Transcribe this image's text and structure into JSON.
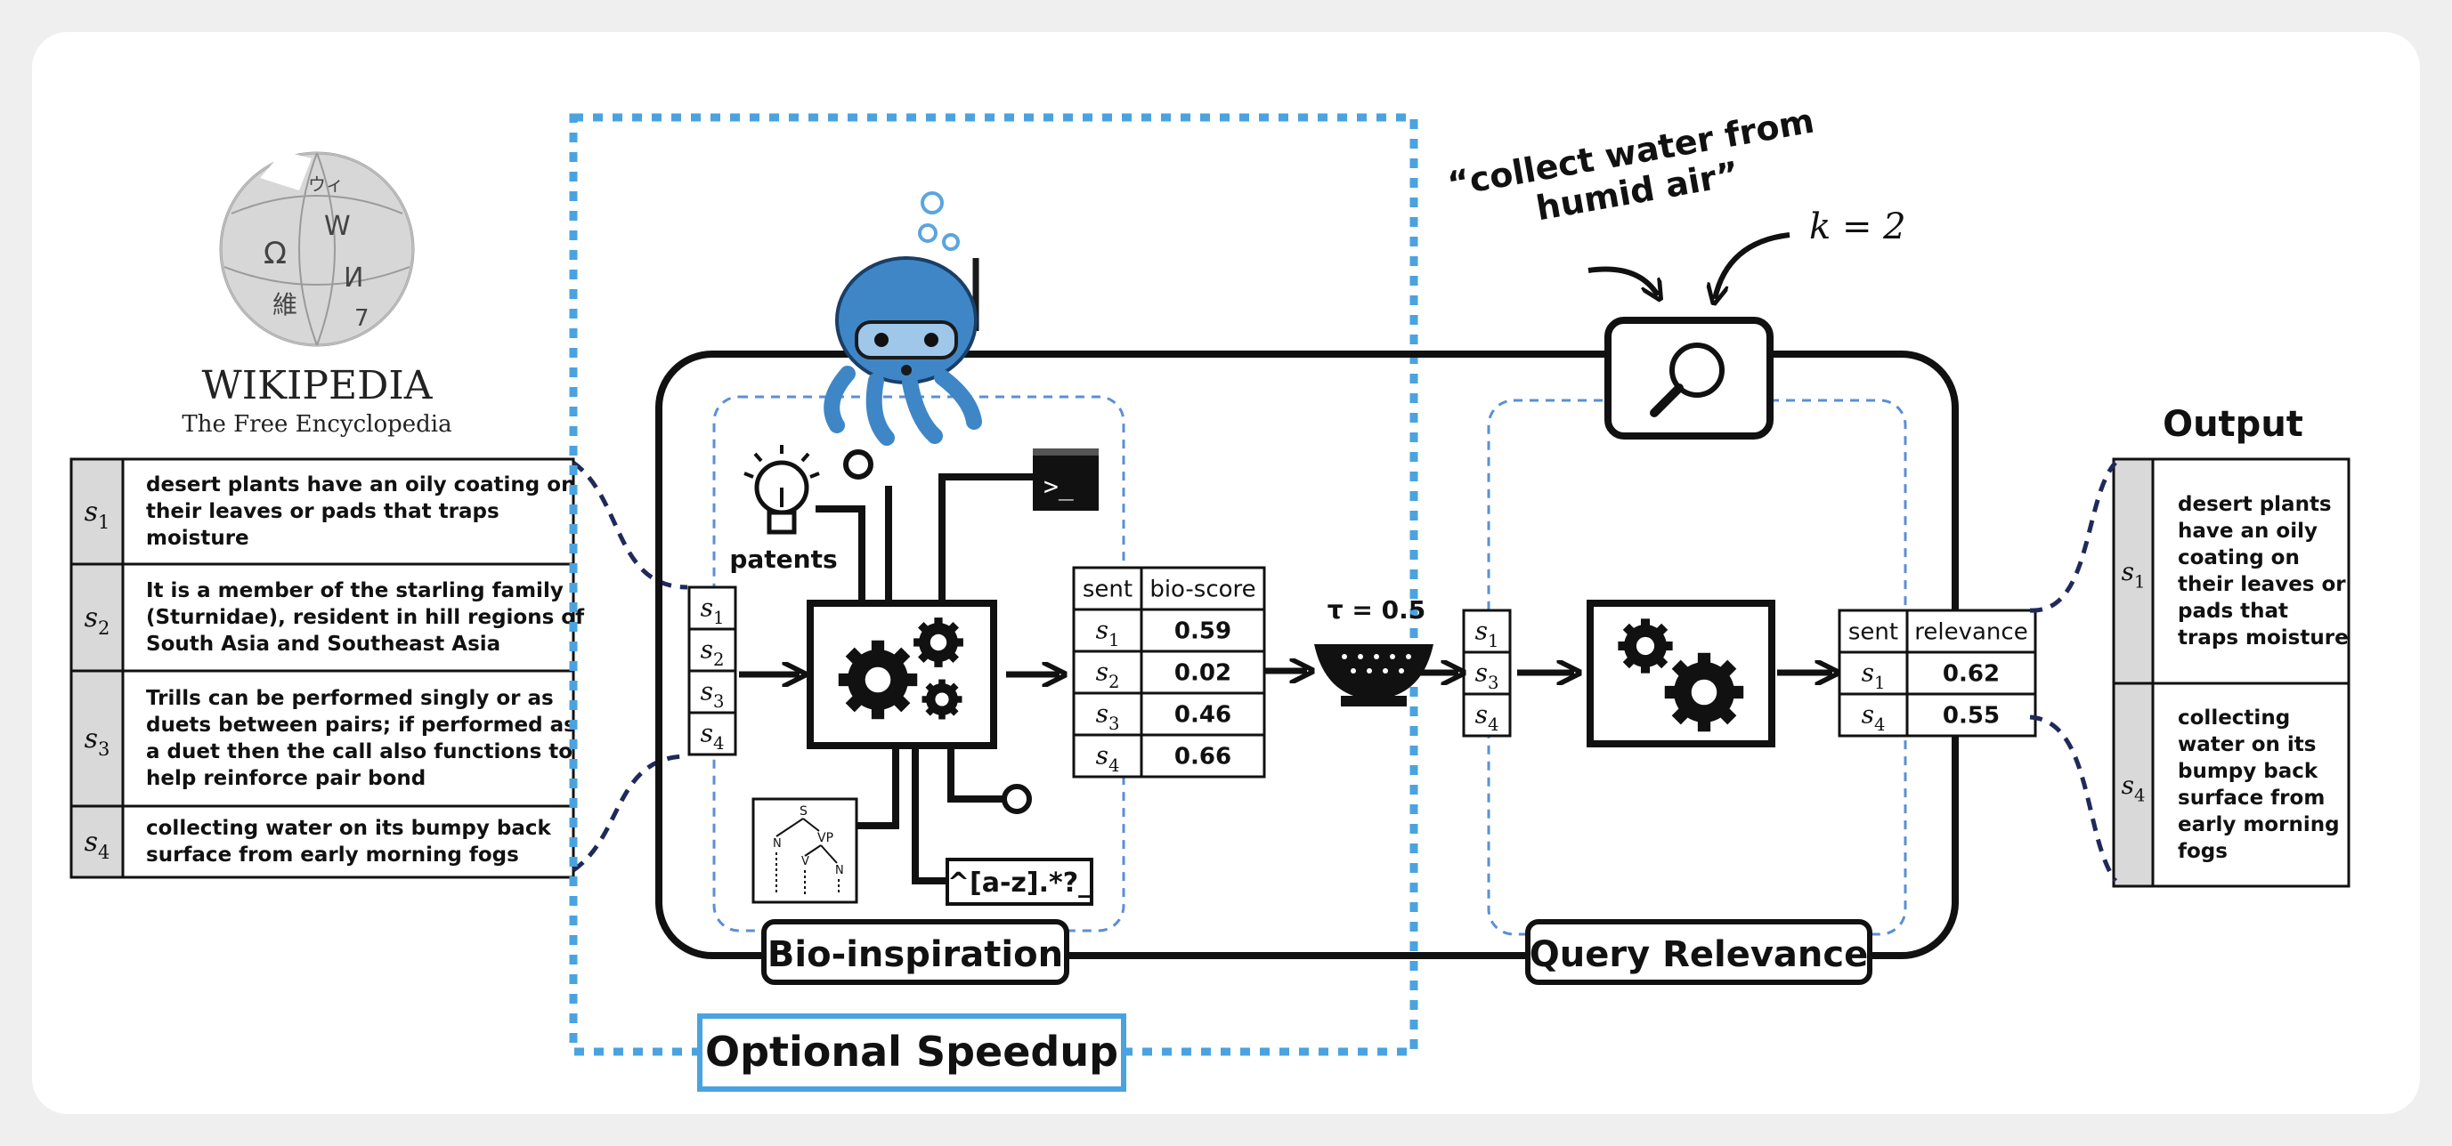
{
  "wiki": {
    "title": "WIKIPEDIA",
    "subtitle": "The Free Encyclopedia",
    "globe_glyphs": [
      "Ω",
      "W",
      "維",
      "И",
      "7",
      "ウィ"
    ]
  },
  "input_sentences": [
    {
      "label": "s",
      "sub": "1",
      "lines": [
        "desert plants have an oily coating on",
        "their leaves or pads that traps",
        "moisture"
      ]
    },
    {
      "label": "s",
      "sub": "2",
      "lines": [
        "It is a member of the starling family",
        "(Sturnidae), resident in hill regions of",
        "South Asia and Southeast Asia"
      ]
    },
    {
      "label": "s",
      "sub": "3",
      "lines": [
        "Trills can be performed singly or as",
        "duets between pairs; if performed as",
        "a duet then the call also functions to",
        "help reinforce pair bond"
      ]
    },
    {
      "label": "s",
      "sub": "4",
      "lines": [
        "collecting water on its bumpy back",
        "surface from early morning fogs"
      ]
    }
  ],
  "stack_in": [
    {
      "label": "s",
      "sub": "1"
    },
    {
      "label": "s",
      "sub": "2"
    },
    {
      "label": "s",
      "sub": "3"
    },
    {
      "label": "s",
      "sub": "4"
    }
  ],
  "bio": {
    "label": "Bio-inspiration",
    "patents_label": "patents",
    "regex_label": "^[a-z].*?_",
    "terminal_glyph": ">_",
    "tree_nodes": [
      "S",
      "VP",
      "N",
      "V",
      "N"
    ]
  },
  "bio_table": {
    "headers": [
      "sent",
      "bio-score"
    ],
    "rows": [
      {
        "label": "s",
        "sub": "1",
        "value": "0.59"
      },
      {
        "label": "s",
        "sub": "2",
        "value": "0.02"
      },
      {
        "label": "s",
        "sub": "3",
        "value": "0.46"
      },
      {
        "label": "s",
        "sub": "4",
        "value": "0.66"
      }
    ]
  },
  "threshold": "τ = 0.5",
  "stack_mid": [
    {
      "label": "s",
      "sub": "1"
    },
    {
      "label": "s",
      "sub": "3"
    },
    {
      "label": "s",
      "sub": "4"
    }
  ],
  "query": {
    "line1": "“collect water from",
    "line2": "humid air”",
    "k_label": "k = 2",
    "relevance_label": "Query Relevance"
  },
  "rel_table": {
    "headers": [
      "sent",
      "relevance"
    ],
    "rows": [
      {
        "label": "s",
        "sub": "1",
        "value": "0.62"
      },
      {
        "label": "s",
        "sub": "4",
        "value": "0.55"
      }
    ]
  },
  "output": {
    "title": "Output",
    "rows": [
      {
        "label": "s",
        "sub": "1",
        "lines": [
          "desert plants",
          "have an oily",
          "coating on",
          "their leaves or",
          "pads that",
          "traps moisture"
        ]
      },
      {
        "label": "s",
        "sub": "4",
        "lines": [
          "collecting",
          "water on its",
          "bumpy back",
          "surface from",
          "early morning",
          "fogs"
        ]
      }
    ]
  },
  "speedup_label": "Optional Speedup",
  "colors": {
    "accent_blue": "#4aa3e0",
    "dashed_blue": "#5b8fd6",
    "navy": "#1f2a5a",
    "octopus": "#3f86c6",
    "label_gray": "#d9d9d9"
  }
}
